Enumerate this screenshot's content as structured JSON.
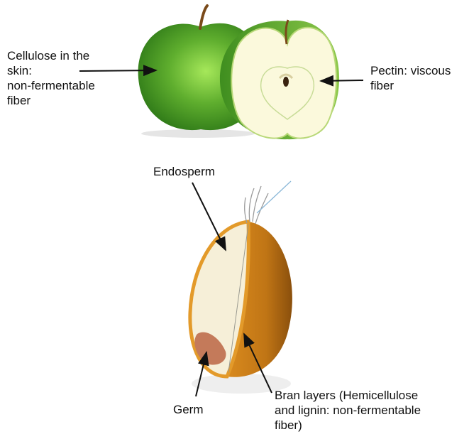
{
  "apple": {
    "cellulose_label": [
      "Cellulose in the",
      "skin:",
      "non-fermentable",
      "fiber"
    ],
    "pectin_label": [
      "Pectin: viscous",
      "fiber"
    ]
  },
  "grain": {
    "endosperm_label": "Endosperm",
    "germ_label": "Germ",
    "bran_label": [
      "Bran layers (Hemicellulose",
      "and lignin: non-fermentable",
      "fiber)"
    ]
  },
  "colors": {
    "apple_green": "#5fae2e",
    "apple_flesh": "#fbf9dc",
    "bran_orange": "#e39a2a",
    "endosperm": "#f8f2df",
    "germ": "#c47a5a",
    "arrow": "#111111"
  }
}
